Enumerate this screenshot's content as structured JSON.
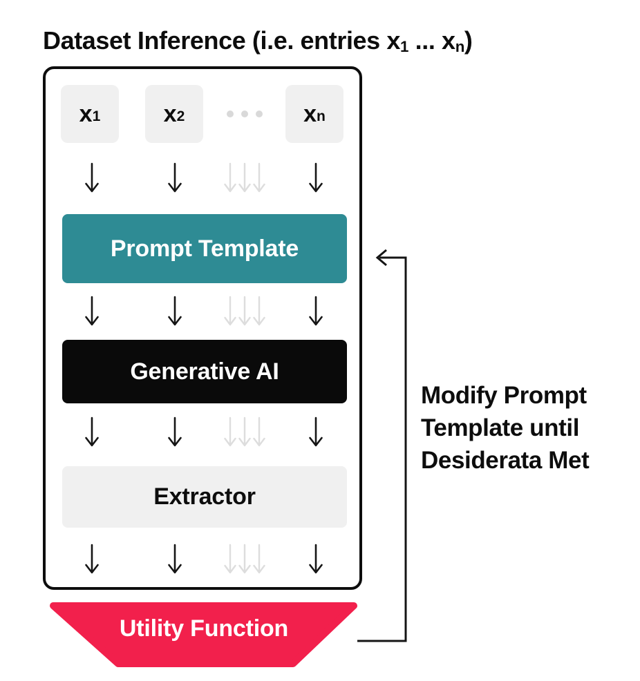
{
  "title": {
    "part1": "Dataset Inference (i.e. entries x",
    "sub1": "1",
    "part2": " ... x",
    "sub2": "n",
    "part3": ")"
  },
  "pipeline": {
    "entries": [
      {
        "base": "x",
        "sub": "1"
      },
      {
        "base": "x",
        "sub": "2"
      },
      {
        "base": "x",
        "sub": "n"
      }
    ],
    "ellipsis_dots": 3,
    "stages": [
      {
        "id": "prompt-template",
        "label": "Prompt Template",
        "bg": "#2E8B94",
        "text_color": "#FFFFFF"
      },
      {
        "id": "generative-ai",
        "label": "Generative AI",
        "bg": "#0A0A0A",
        "text_color": "#FFFFFF"
      },
      {
        "id": "extractor",
        "label": "Extractor",
        "bg": "#F0F0F0",
        "text_color": "#0D0D0D"
      }
    ],
    "utility": {
      "label": "Utility Function",
      "bg": "#F2204C",
      "text_color": "#FFFFFF"
    }
  },
  "feedback": {
    "lines": [
      "Modify Prompt",
      "Template until",
      "Desiderata Met"
    ]
  },
  "colors": {
    "teal": "#2E8B94",
    "red": "#F2204C",
    "black_box": "#0A0A0A",
    "light_gray_box": "#F0F0F0",
    "arrow_black": "#151515",
    "arrow_gray": "#DDDDDD",
    "dot_gray": "#D9D9D9",
    "border": "#0D0D0D"
  }
}
